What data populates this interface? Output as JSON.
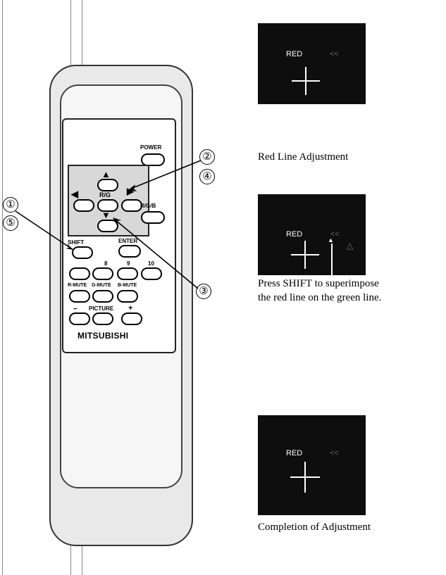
{
  "remote": {
    "buttons": {
      "power": "POWER",
      "rgb_center": "R/G",
      "rgb_right": "R/G/B",
      "shift": "SHIFT",
      "enter": "ENTER",
      "num_8": "8",
      "num_9": "9",
      "num_10": "10",
      "r_mute": "R-MUTE",
      "g_mute": "G-MUTE",
      "b_mute": "B-MUTE",
      "picture": "PICTURE",
      "minus": "−",
      "plus": "+"
    },
    "brand": "MITSUBISHI",
    "callouts": [
      "①",
      "②",
      "③",
      "④",
      "⑤"
    ]
  },
  "screens": [
    {
      "label": "RED",
      "caption_lines": [
        "Red Line Adjustment"
      ]
    },
    {
      "label": "RED",
      "caption_lines": [
        "Press SHIFT to superimpose",
        "the red line on the green line."
      ]
    },
    {
      "label": "RED",
      "caption_lines": [
        "Completion of Adjustment"
      ]
    }
  ],
  "colors": {
    "screen_bg": "#0e0e0e",
    "ink": "#000000"
  }
}
